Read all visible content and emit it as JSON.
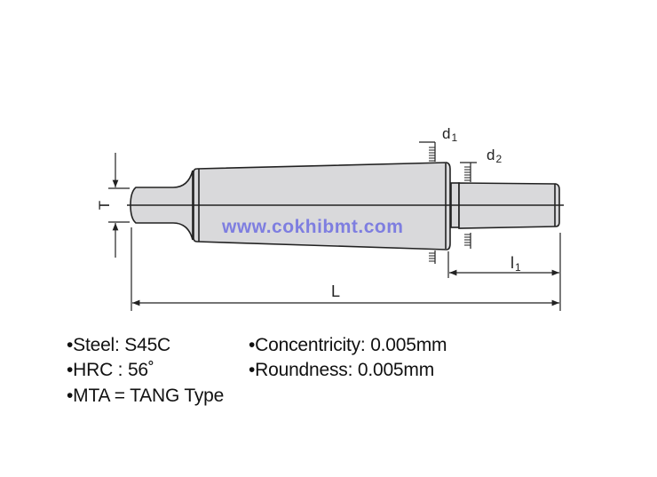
{
  "diagram": {
    "labels": {
      "d1": {
        "base": "d",
        "sub": "1"
      },
      "d2": {
        "base": "d",
        "sub": "2"
      },
      "T": "T",
      "L": "L",
      "l1": {
        "base": "l",
        "sub": "1"
      }
    },
    "watermark": "www.cokhibmt.com",
    "watermark_color": "#7e7ee0",
    "body_fill": "#d9d9db"
  },
  "specs": {
    "left": [
      "•Steel: S45C",
      "•HRC : 56˚",
      "•MTA = TANG Type"
    ],
    "right": [
      "•Concentricity: 0.005mm",
      "•Roundness: 0.005mm"
    ]
  }
}
